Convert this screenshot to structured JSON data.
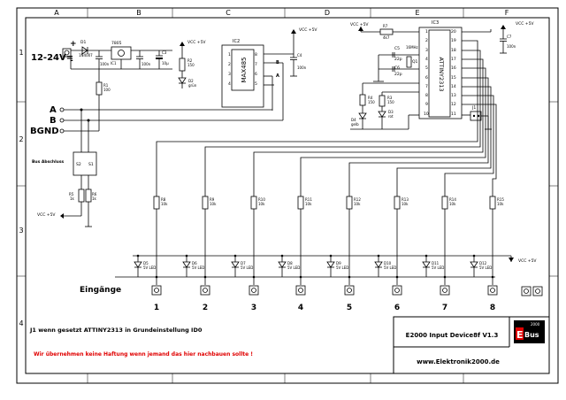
{
  "frame": {
    "columns": [
      "A",
      "B",
      "C",
      "D",
      "E",
      "F"
    ],
    "rows": [
      "1",
      "2",
      "3",
      "4"
    ]
  },
  "power": {
    "input_label": "12-24V=",
    "plus": "+",
    "minus": "-",
    "vcc_5v": "VCC +5V",
    "vcc_5v_alt": "VCC +5V"
  },
  "components": {
    "d1": "D1",
    "d1_val": "1N4007",
    "c_100n_1": "100n",
    "reg_name": "7805",
    "reg_label": "IC1",
    "c_100n_2": "100n",
    "c3": "C3",
    "c3_val": "10µ",
    "r2": "R2",
    "r2_val": "150",
    "d2": "D2",
    "d2_val": "grün",
    "r1": "R1",
    "r1_val": "100",
    "ic2": "IC2",
    "ic2_name": "MAX485",
    "c4": "C4",
    "c4_val": "100n",
    "r7": "R7",
    "r7_val": "4k7",
    "c5": "C5",
    "c5_val": "22p",
    "c6": "C6",
    "c6_val": "22p",
    "q1": "Q1",
    "q1_val": "16MHz",
    "r4": "R4",
    "r4_val": "150",
    "r3": "R3",
    "r3_val": "150",
    "d4": "D4",
    "d4_val": "gelb",
    "d3": "D3",
    "d3_val": "rot",
    "ic3": "IC3",
    "ic3_name": "ATTINY2313",
    "c7": "C7",
    "c7_val": "100n",
    "j1": "J1",
    "r5": "R5",
    "r5_val": "1k",
    "r6": "R6",
    "r6_val": "1k",
    "bus_term": "Bus Abschluss",
    "s2": "S2",
    "s1": "S1"
  },
  "max485_pins": {
    "left": [
      "1",
      "2",
      "3",
      "4"
    ],
    "right": [
      "8",
      "7",
      "6",
      "5"
    ],
    "label_b": "B",
    "label_a": "A"
  },
  "ic3_pins": {
    "left": [
      "1",
      "2",
      "3",
      "4",
      "5",
      "6",
      "7",
      "8",
      "9",
      "10"
    ],
    "right": [
      "20",
      "19",
      "18",
      "17",
      "16",
      "15",
      "14",
      "13",
      "12",
      "11"
    ]
  },
  "bus": {
    "a": "A",
    "b": "B",
    "bgnd": "BGND"
  },
  "input_channels": [
    {
      "resistor": "R8",
      "r_val": "10k",
      "led": "D5",
      "led_val": "5V LED",
      "number": "1"
    },
    {
      "resistor": "R9",
      "r_val": "10k",
      "led": "D6",
      "led_val": "5V LED",
      "number": "2"
    },
    {
      "resistor": "R10",
      "r_val": "10k",
      "led": "D7",
      "led_val": "5V LED",
      "number": "3"
    },
    {
      "resistor": "R11",
      "r_val": "10k",
      "led": "D8",
      "led_val": "5V LED",
      "number": "4"
    },
    {
      "resistor": "R12",
      "r_val": "10k",
      "led": "D9",
      "led_val": "5V LED",
      "number": "5"
    },
    {
      "resistor": "R13",
      "r_val": "10k",
      "led": "D10",
      "led_val": "5V LED",
      "number": "6"
    },
    {
      "resistor": "R14",
      "r_val": "10k",
      "led": "D11",
      "led_val": "5V LED",
      "number": "7"
    },
    {
      "resistor": "R15",
      "r_val": "10k",
      "led": "D12",
      "led_val": "5V LED",
      "number": "8"
    }
  ],
  "labels": {
    "inputs": "Eingänge",
    "note_j1": "J1 wenn gesetzt ATTINY2313 in Grundeinstellung ID0",
    "disclaimer": "Wir übernehmen keine Haftung wenn jemand das hier nachbauen sollte !",
    "title": "E2000 Input Device8f V1.3",
    "website": "www.Elektronik2000.de",
    "logo_e": "E",
    "logo_bus": "Bus",
    "logo_sup": "2000"
  },
  "colors": {
    "disclaimer": "#e00000",
    "logo_bg": "#000000",
    "logo_fg": "#ffffff",
    "logo_accent": "#e00000"
  }
}
